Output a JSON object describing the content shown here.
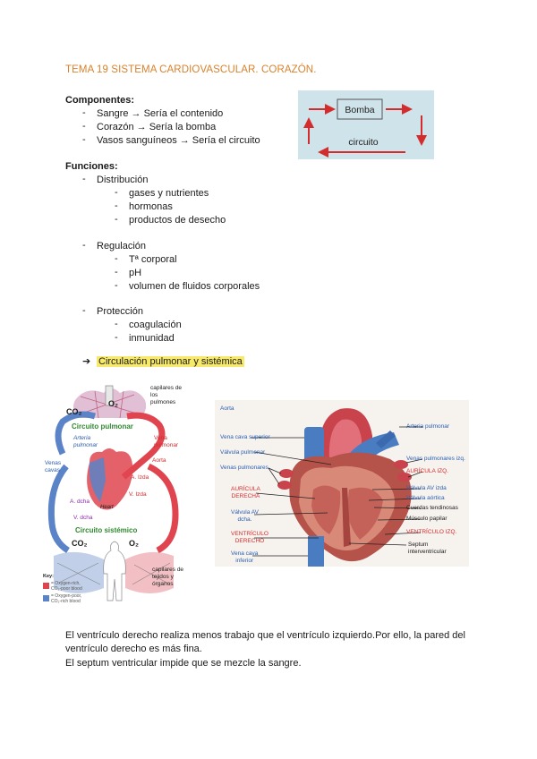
{
  "title": "TEMA 19 SISTEMA CARDIOVASCULAR. CORAZÓN.",
  "componentes": {
    "heading": "Componentes:",
    "items": [
      "Sangre → Sería el contenido",
      "Corazón → Sería la bomba",
      "Vasos sanguíneos → Sería el circuito"
    ]
  },
  "bomba_diagram": {
    "bomba_label": "Bomba",
    "circuito_label": "circuito"
  },
  "funciones": {
    "heading": "Funciones:",
    "groups": [
      {
        "label": "Distribución",
        "items": [
          "gases y nutrientes",
          "hormonas",
          "productos de desecho"
        ]
      },
      {
        "label": "Regulación",
        "items": [
          "Tª corporal",
          "pH",
          "volumen de fluidos corporales"
        ]
      },
      {
        "label": "Protección",
        "items": [
          "coagulación",
          "inmunidad"
        ]
      }
    ]
  },
  "highlight": {
    "arrow": "➔",
    "text": "Circulación pulmonar y sistémica"
  },
  "circulation_figure": {
    "co2_top": "CO₂",
    "o2_top": "O₂",
    "capilares_pulmon": [
      "capilares de",
      "los",
      "pulmones"
    ],
    "circuito_pulmonar": "Circuito pulmonar",
    "arteria_pulmonar": [
      "Arteria",
      "pulmonar"
    ],
    "vena_pulmonar": [
      "Vena",
      "pulmonar"
    ],
    "aorta": "Aorta",
    "venas_cavas": [
      "Venas",
      "cavas"
    ],
    "a_izda": "A. Izda",
    "v_izda": "V. Izda",
    "a_dcha": "A. dcha",
    "v_dcha": "V. dcha",
    "heart": "Heart",
    "circuito_sistemico": "Circuito sistémico",
    "co2_bottom": "CO₂",
    "o2_bottom": "O₂",
    "capilares_tejidos": [
      "capilares de",
      "tejidos y",
      "órganos"
    ],
    "key_title": "Key:",
    "key_items": [
      {
        "label": [
          "= Oxygen-rich,",
          "CO₂-poor blood"
        ],
        "color": "#e0454f"
      },
      {
        "label": [
          "= Oxygen-poor,",
          "CO₂-rich blood"
        ],
        "color": "#5b83c7"
      }
    ]
  },
  "heart_figure": {
    "left_labels": [
      {
        "lines": [
          "Aorta"
        ],
        "color": "#2a5db0"
      },
      {
        "lines": [
          "Vena cava superior"
        ],
        "color": "#2a5db0"
      },
      {
        "lines": [
          "Válvula pulmonar"
        ],
        "color": "#2a5db0"
      },
      {
        "lines": [
          "Venas pulmonares"
        ],
        "color": "#2a5db0"
      },
      {
        "lines": [
          "AURÍCULA",
          "DERECHA"
        ],
        "color": "#d42c2c"
      },
      {
        "lines": [
          "Válvula AV",
          "dcha."
        ],
        "color": "#2a5db0"
      },
      {
        "lines": [
          "VENTRÍCULO",
          "DERECHO"
        ],
        "color": "#d42c2c"
      },
      {
        "lines": [
          "Vena cava",
          "inferior"
        ],
        "color": "#2a5db0"
      }
    ],
    "right_labels": [
      {
        "lines": [
          "Arteria pulmonar"
        ],
        "color": "#2a5db0"
      },
      {
        "lines": [
          "Venas pulmonares izq."
        ],
        "color": "#2a5db0"
      },
      {
        "lines": [
          "AURÍCULA IZQ."
        ],
        "color": "#d42c2c"
      },
      {
        "lines": [
          "Válvula AV izda"
        ],
        "color": "#2a5db0"
      },
      {
        "lines": [
          "Válvula aórtica"
        ],
        "color": "#2a5db0"
      },
      {
        "lines": [
          "Cuerdas tendinosas"
        ],
        "color": "#1a1a1a"
      },
      {
        "lines": [
          "Músculo papilar"
        ],
        "color": "#1a1a1a"
      },
      {
        "lines": [
          "VENTRÍCULO IZQ."
        ],
        "color": "#d42c2c"
      },
      {
        "lines": [
          "Septum",
          "interventricular"
        ],
        "color": "#1a1a1a"
      }
    ]
  },
  "paragraphs": [
    "El ventrículo derecho realiza menos trabajo que el ventrículo izquierdo.Por ello, la pared del ventrículo derecho es más fina.",
    "El septum ventricular impide que se mezcle la sangre."
  ],
  "colors": {
    "title": "#d9822b",
    "highlight": "#f6e96b",
    "arrow_red": "#d42c2c",
    "box_bg": "#cfe3ea"
  }
}
